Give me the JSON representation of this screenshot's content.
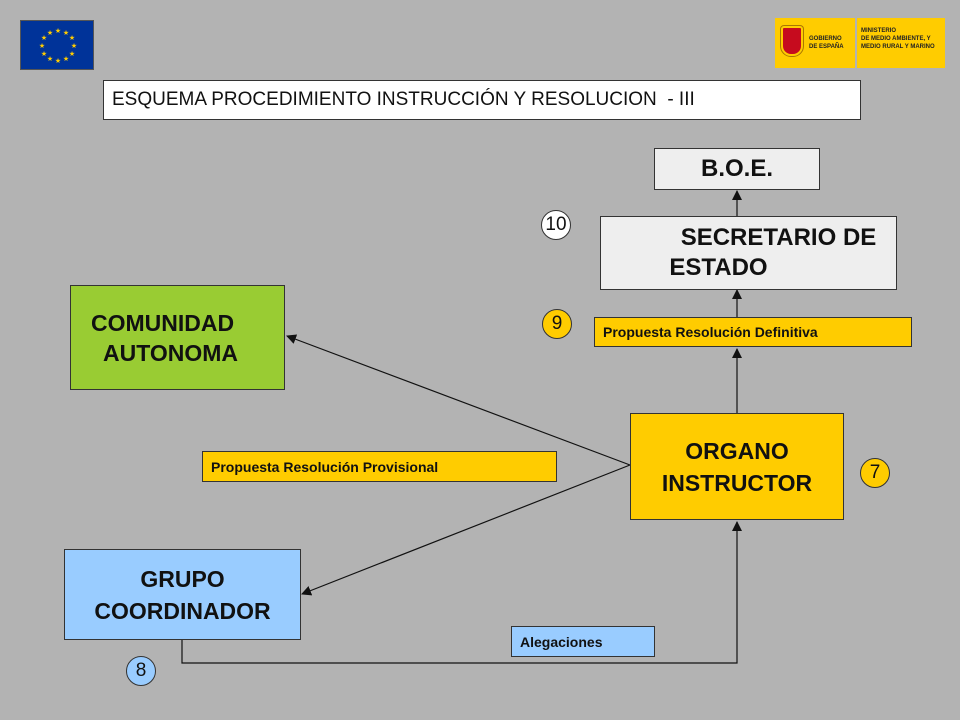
{
  "header": {
    "title": "ESQUEMA PROCEDIMIENTO INSTRUCCIÓN Y RESOLUCION  - III",
    "ministry_logo": {
      "gov_text": [
        "GOBIERNO",
        "DE ESPAÑA"
      ],
      "ministry_text": [
        "MINISTERIO",
        "DE MEDIO AMBIENTE, Y",
        "MEDIO RURAL Y MARINO"
      ]
    }
  },
  "nodes": {
    "boe": "B.O.E.",
    "secretario": [
      "SECRETARIO DE",
      "ESTADO"
    ],
    "comunidad": [
      "COMUNIDAD",
      "AUTONOMA"
    ],
    "organo": [
      "ORGANO",
      "INSTRUCTOR"
    ],
    "grupo": [
      "GRUPO",
      "COORDINADOR"
    ]
  },
  "labels": {
    "definitiva": "Propuesta Resolución Definitiva",
    "provisional": "Propuesta Resolución Provisional",
    "alegaciones": "Alegaciones"
  },
  "steps": {
    "s10": "10",
    "s9": "9",
    "s7": "7",
    "s8": "8"
  },
  "colors": {
    "background": "#b3b3b3",
    "boe": "#eeeeee",
    "secretario": "#eeeeee",
    "comunidad": "#99cc33",
    "organo": "#ffcc00",
    "grupo": "#99ccff",
    "label": "#ffcc00",
    "alegaciones": "#99ccff",
    "step_yellow": "#ffcc00",
    "step_blue": "#99ccff",
    "step_white": "#ffffff"
  }
}
